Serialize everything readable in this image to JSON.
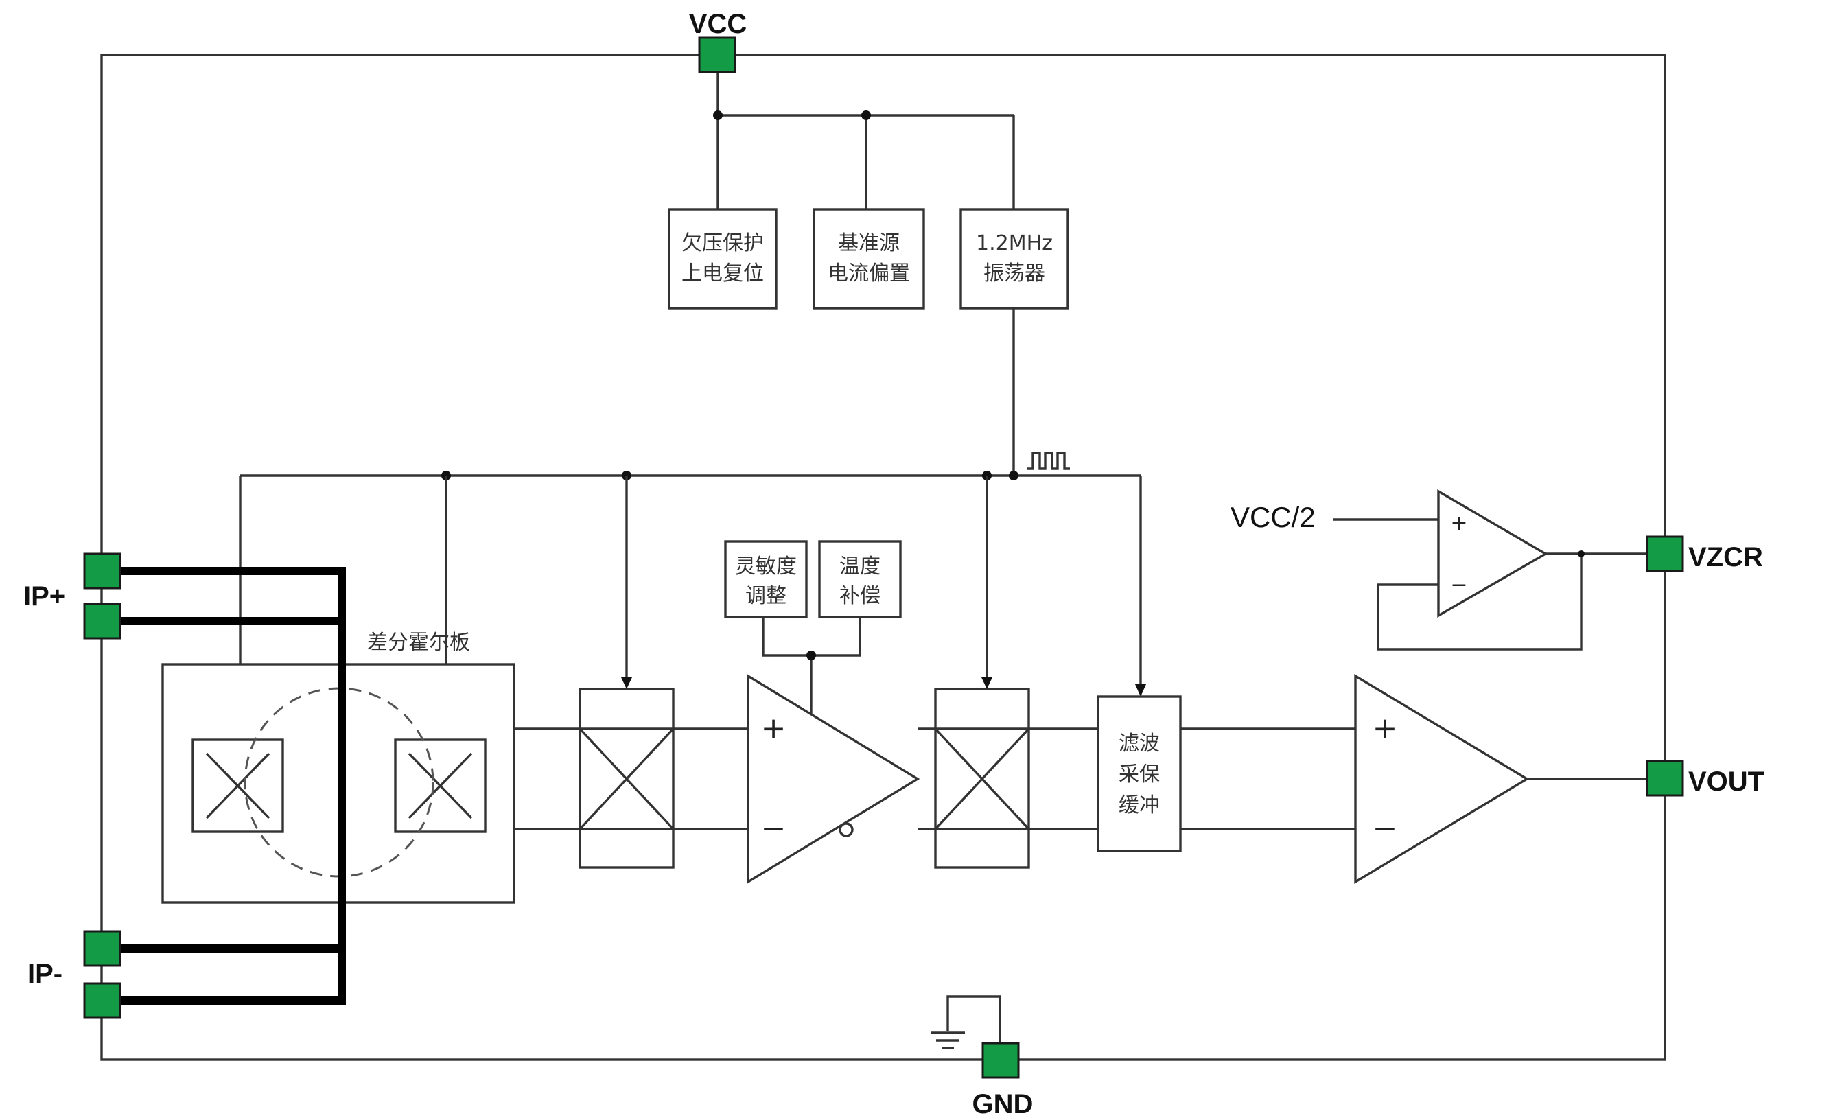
{
  "pins": {
    "vcc": "VCC",
    "gnd": "GND",
    "ip_plus": "IP+",
    "ip_minus": "IP-",
    "vzcr": "VZCR",
    "vout": "VOUT"
  },
  "blocks": {
    "uvlo": [
      "欠压保护",
      "上电复位"
    ],
    "bias": [
      "基准源",
      "电流偏置"
    ],
    "osc": [
      "1.2MHz",
      "振荡器"
    ],
    "sensitivity": [
      "灵敏度",
      "调整"
    ],
    "temp_comp": [
      "温度",
      "补偿"
    ],
    "filter": [
      "滤波",
      "采保",
      "缓冲"
    ]
  },
  "hall_plate_label": "差分霍尔板",
  "vcc_half_label": "VCC/2",
  "opamp_signs": {
    "plus": "+",
    "minus": "−"
  },
  "colors": {
    "pin_fill": "#149b45",
    "wire": "#333333"
  }
}
